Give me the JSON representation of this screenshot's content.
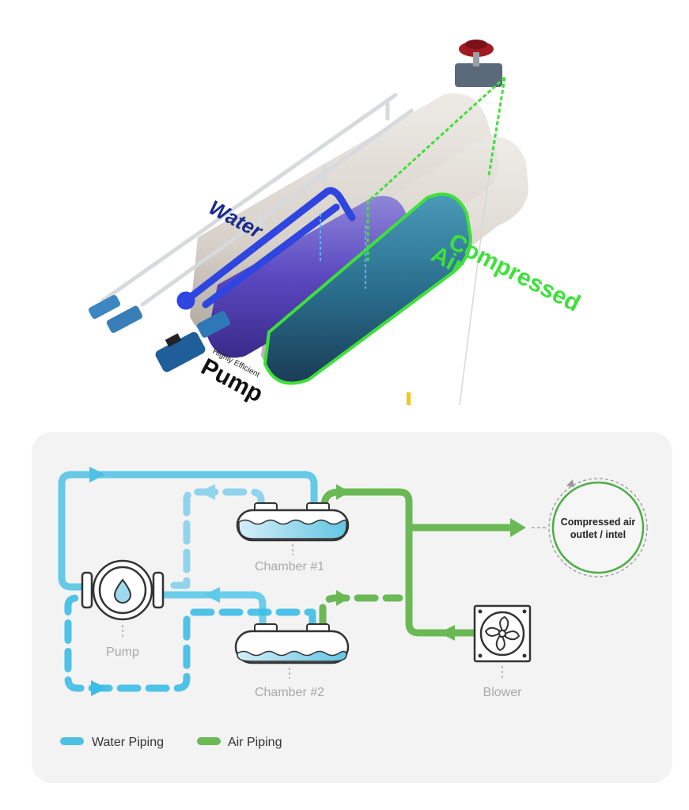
{
  "render": {
    "labels": {
      "water": "Water",
      "compressed_line1": "Compressed",
      "compressed_line2": "Air",
      "pump_sub": "Highly Efficient",
      "pump": "Pump"
    },
    "colors": {
      "water_label": "#1a2a8a",
      "air_label": "#3ee03a",
      "pump_label": "#111111",
      "tank_shell": "#d9d3cc",
      "tank_water": "#6a55c8",
      "tank_air": "#2b7a9a",
      "pipe_blue": "#2f45e0",
      "pump_body": "#2b6fa8",
      "blower_red": "#a01a22"
    }
  },
  "diagram": {
    "components": {
      "pump": "Pump",
      "chamber1": "Chamber #1",
      "chamber2": "Chamber #2",
      "blower": "Blower",
      "outlet_line1": "Compressed air",
      "outlet_line2": "outlet / intel"
    },
    "legend": [
      {
        "label": "Water Piping",
        "color": "#4cc1e3"
      },
      {
        "label": "Air Piping",
        "color": "#6ab955"
      }
    ],
    "colors": {
      "water": "#4cc1e3",
      "water_light": "#9fdcef",
      "air": "#6ab955",
      "outline": "#333333",
      "label_gray": "#a9a9a9",
      "panel": "#f3f3f4"
    }
  }
}
